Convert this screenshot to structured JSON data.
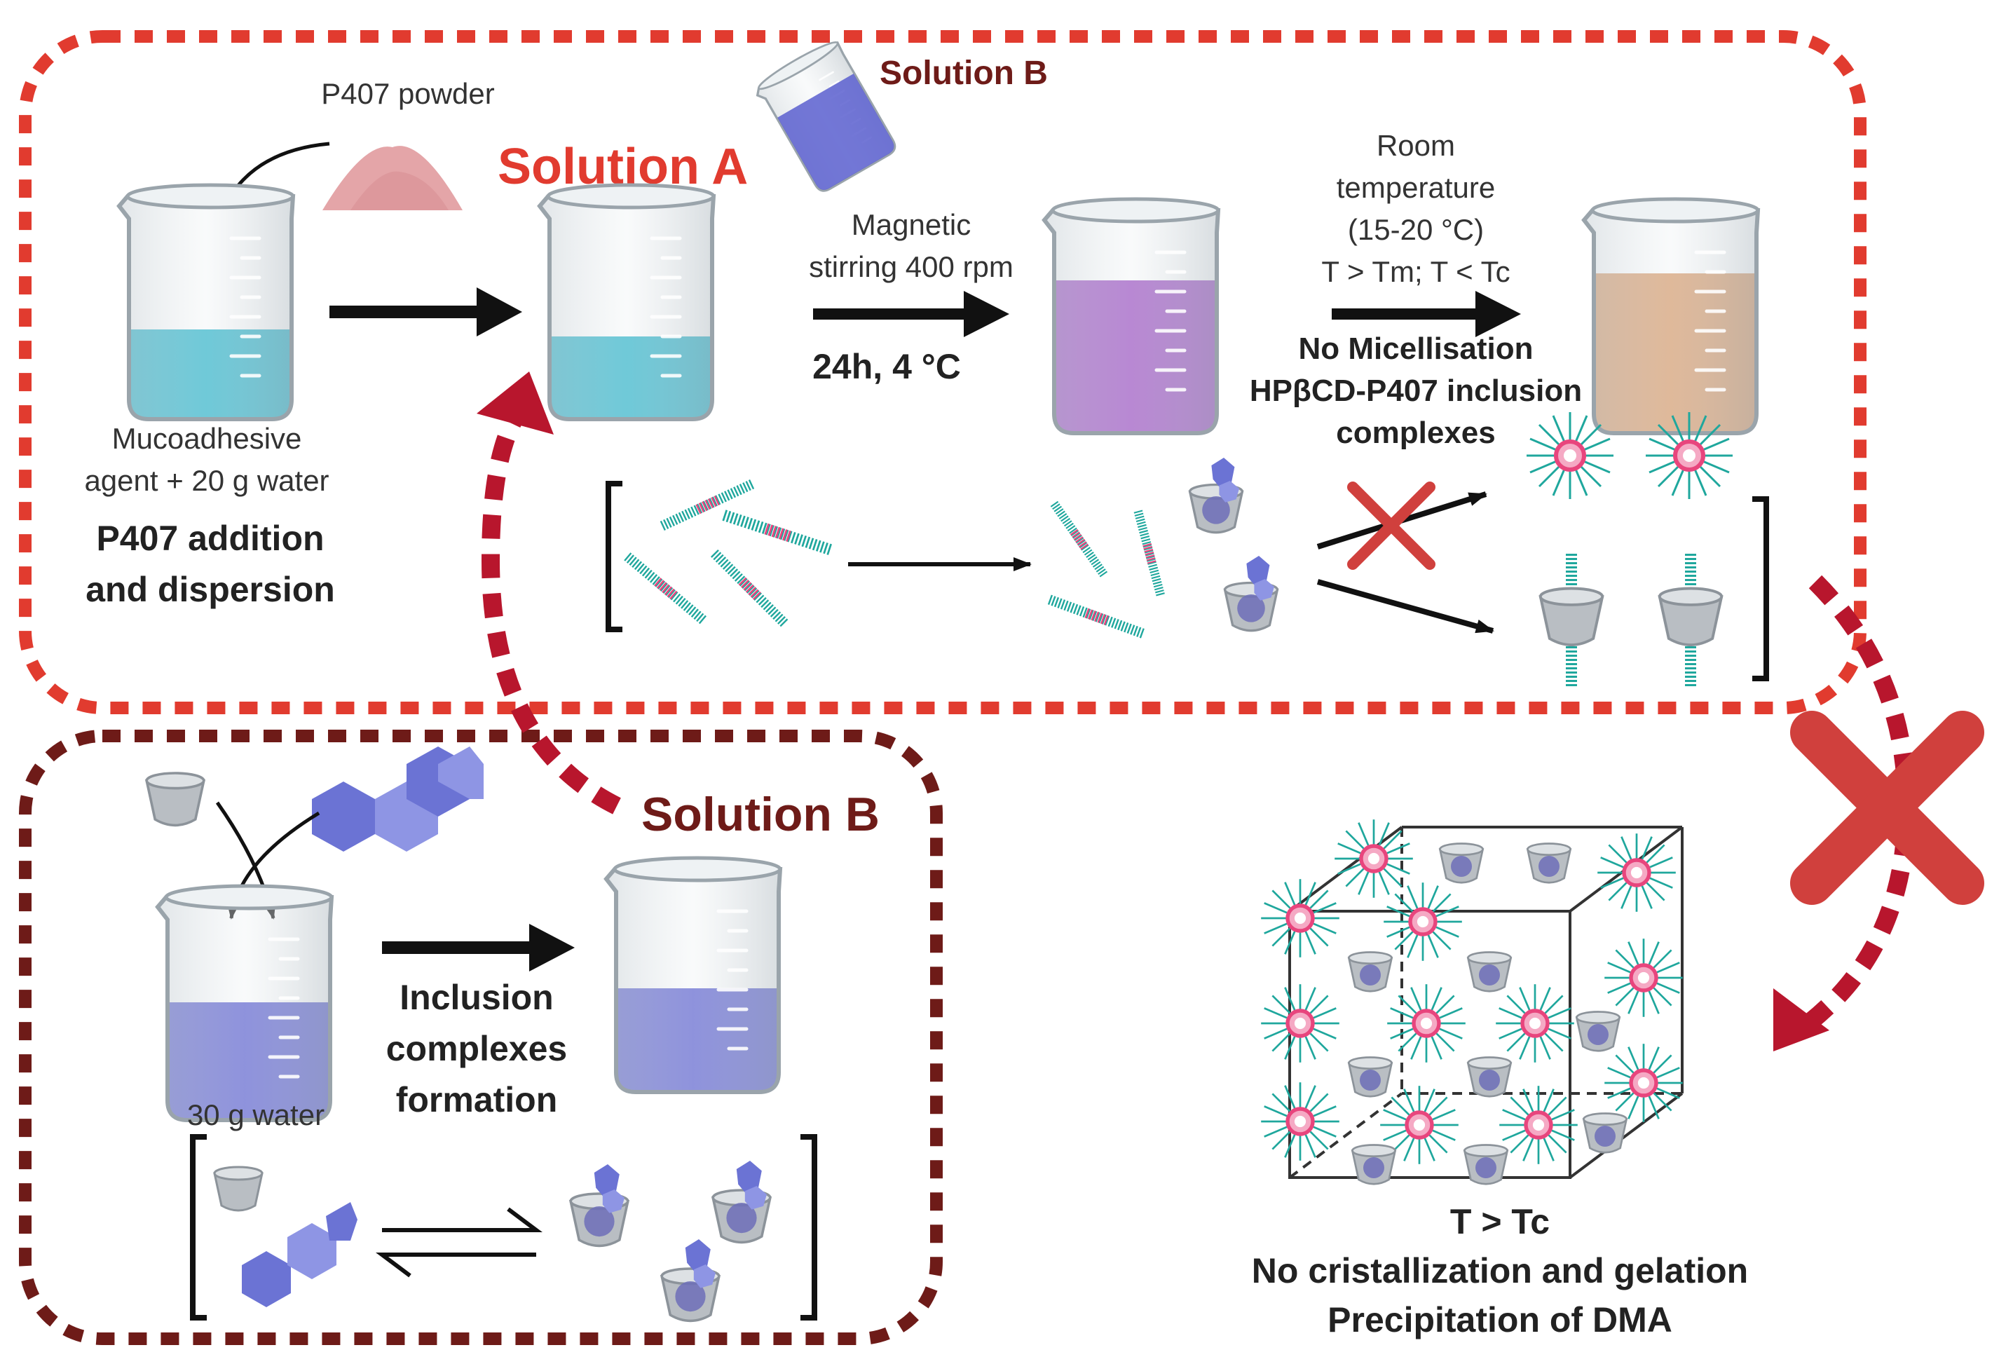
{
  "colors": {
    "solution_a_border": "#e13b2f",
    "solution_b_border": "#6e1b18",
    "water": "#2bb3c9",
    "solution_b_liquid": "#5b5fcf",
    "mixture": "#9b4fc1",
    "final_gel": "#d79a6a",
    "powder": "#e4a5a8",
    "polymer_teal": "#1fa79d",
    "polymer_pink": "#e8457d",
    "cross": "#d0403d",
    "arrow_red": "#b8162d"
  },
  "solution_a": {
    "title": "Solution A",
    "powder_label": "P407 powder",
    "poured_label": "Solution B",
    "beaker1_caption": [
      "Mucoadhesive",
      "agent + 20 g water"
    ],
    "step1_title": [
      "P407 addition",
      "and dispersion"
    ],
    "step2_label": [
      "Magnetic",
      "stirring 400 rpm"
    ],
    "step2_condition": "24h, 4 °C",
    "step3_label": [
      "Room",
      "temperature",
      "(15-20 °C)",
      "T > Tm; T < Tc"
    ],
    "step3_result": [
      "No Micellisation",
      "HPβCD-P407 inclusion",
      "complexes"
    ]
  },
  "solution_b": {
    "title": "Solution B",
    "beaker_caption": "30 g water",
    "step_title": [
      "Inclusion",
      "complexes",
      "formation"
    ]
  },
  "result": {
    "lines": [
      "T > Tc",
      "No cristallization and gelation",
      "Precipitation of DMA"
    ]
  },
  "icons": [
    "beaker-icon",
    "powder-pile-icon",
    "pouring-beaker-icon",
    "cyclodextrin-cup-icon",
    "drug-molecule-icon",
    "polymer-chain-icon",
    "micelle-icon",
    "cross-mark-icon",
    "equilibrium-arrows-icon",
    "lattice-cube-icon"
  ]
}
